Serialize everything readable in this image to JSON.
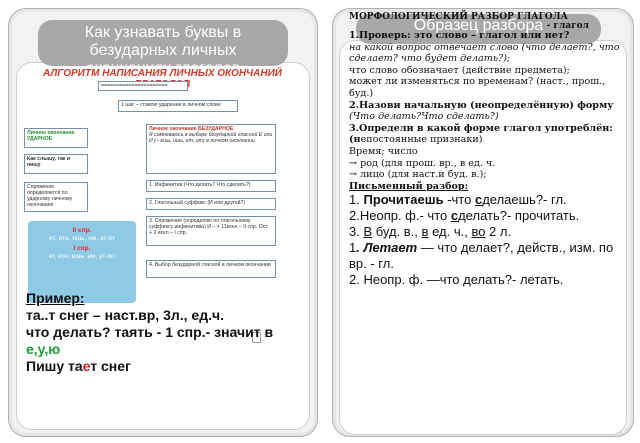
{
  "left": {
    "title": "Как узнавать буквы в безударных личных окончаниях глаголов",
    "diagram": {
      "title": "АЛГОРИТМ  НАПИСАНИЯ  ЛИЧНЫХ  ОКОНЧАНИЙ  ГЛАГОЛОВ",
      "top_box": "======================",
      "step1": "1 шаг – ставлю ударение в личном слове",
      "left_box1": "Личное окончание УДАРНОЕ",
      "left_box2": "Как слышу, так и пишу",
      "left_box3": "Спряжение определяется по ударному личному окончанию",
      "right_box1_title": "Личное окончание БЕЗУДАРНОЕ",
      "right_box1_body": "Я сомневаюсь в выборе безударной гласной Е или И (– ешь, ишь, ет, ит) в личном окончании",
      "right_step1": "1. Инфинитив (Что делать? Что сделать?)",
      "right_step2": "2. Глагольный суффикс (И или другой?)",
      "right_step3": "3. Спряжение (определяю по глагольному суффиксу инфинитива) И – + 11искл – II спр. Ост. + 2 искл – I спр.",
      "right_step4": "4. Выбор безударной гласной в личном окончании",
      "spr2_title": "II спр.",
      "spr2_endings": "ит, ите, ишь, им, ат-ят",
      "spr1_title": "I спр.",
      "spr1_endings": "ет, ете, ешь, ем, ут-ют"
    },
    "example": {
      "label": "Пример:",
      "line1": "та..т  снег – наст.вр, 3л., ед.ч.",
      "line2a": "что делать?  таять - 1 спр.- значит в",
      "line2b": "е,у,ю",
      "line3a": "Пишу та",
      "line3b": "е",
      "line3c": "т  снег",
      "cursor": "⎕"
    }
  },
  "right": {
    "title": "Образец разбора",
    "heading_overlay": "МОРФОЛОГИЧЕСКИЙ РАЗБОР ГЛАГОЛА",
    "sub_overlay": "- глагол",
    "p1": "1.Проверь: это слово – глагол или нет?",
    "p2": "на какой вопрос отвечает слово (что делает?, что сделает? что будет делать?);",
    "p3": "что слово обозначает (действие предмета);",
    "p4": "может ли изменяться по временам? (наст., прош., буд.)",
    "p5": "2.Назови начальную (неопределённую) форму",
    "p6": "(Что делать?Что сделать?)",
    "p7a": "3.Определи в какой форме глагол употреблён: (н",
    "p7b": "епостоянные признаки)",
    "p8": "Время; число",
    "p9": "→   род (для прош. вр., в ед. ч.",
    "p10": " →  лицо (для наст.и буд. в.);",
    "p11": "Письменный разбор:",
    "e1a": "1. ",
    "e1b": "Прочитаешь",
    "e1c": " -что ",
    "e1d": "с",
    "e1e": "делаешь?- гл.",
    "e2a": "2.Неопр. ф.- что ",
    "e2b": "с",
    "e2c": "делать?- прочитать.",
    "e3a": "3. ",
    "e3b": "В",
    "e3c": " буд. в.,  ",
    "e3d": "в",
    "e3e": "  ед. ч.,  ",
    "e3f": "во",
    "e3g": " 2 л.",
    "e4a": "1",
    "e4b": ". Летает",
    "e4c": " — что делает?, действ., изм. по вр. - гл.",
    "e5": "2. Неопр. ф. —что делать?- летать."
  }
}
